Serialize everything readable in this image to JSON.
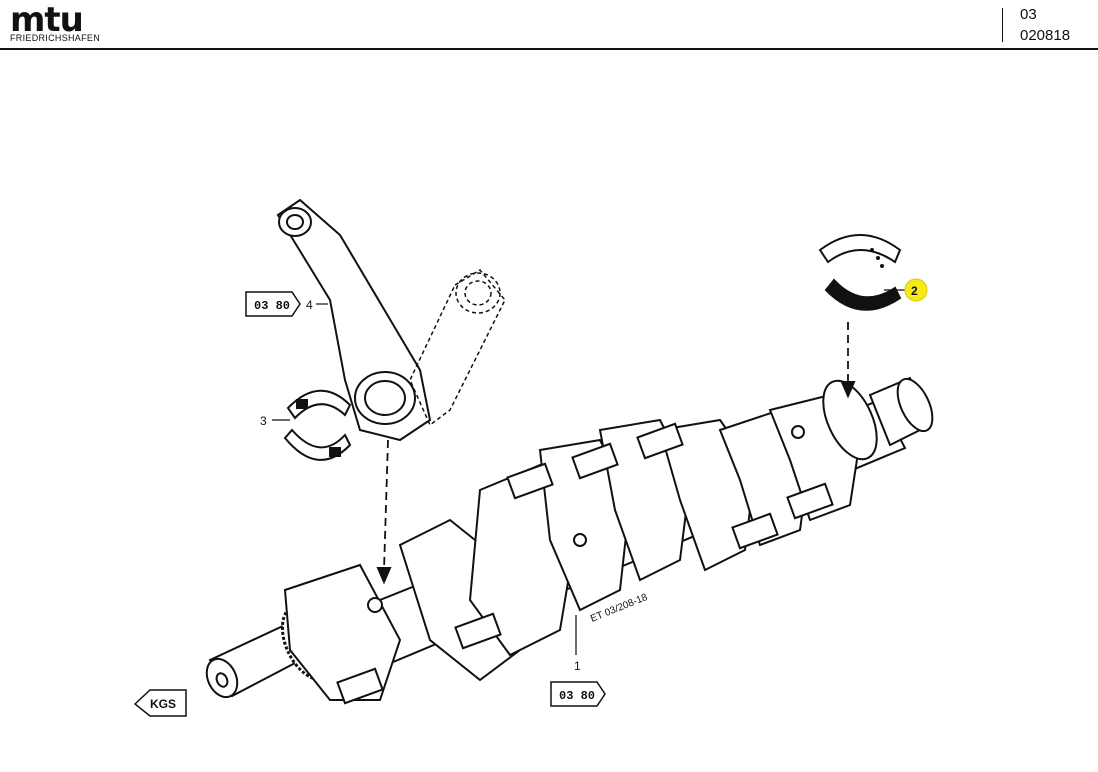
{
  "header": {
    "logo": "mtu",
    "logo_subtitle": "FRIEDRICHSHAFEN",
    "group": "03",
    "document_number": "020818"
  },
  "callouts": [
    {
      "number": "1",
      "part": "crankshaft",
      "highlighted": false
    },
    {
      "number": "2",
      "part": "main-bearing-shells",
      "highlighted": true
    },
    {
      "number": "3",
      "part": "conrod-bearing-shells",
      "highlighted": false
    },
    {
      "number": "4",
      "part": "connecting-rod",
      "highlighted": false
    }
  ],
  "references": {
    "conrod_ref": "03 80",
    "crankshaft_ref": "03 80"
  },
  "drawing_code": "ET 03/208-18",
  "direction_badge": "KGS",
  "colors": {
    "highlight": "#f5ea18",
    "ink": "#111111"
  }
}
